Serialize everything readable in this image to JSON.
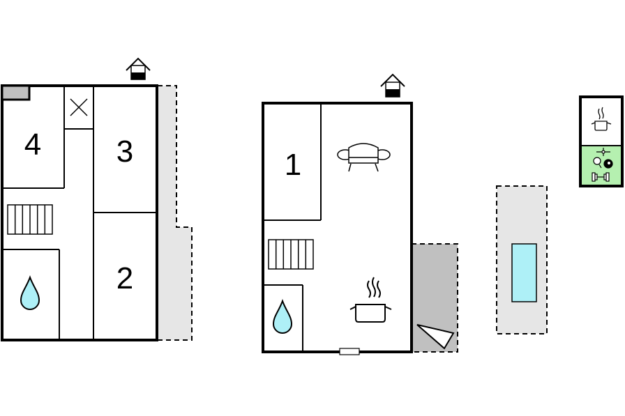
{
  "colors": {
    "wall": "#000000",
    "terrace": "#e6e6e6",
    "covered_terrace": "#c0c0c0",
    "water": "#aef0f7",
    "leisure_room": "#b5f0b0",
    "pool": "#aef0f7"
  },
  "ground_floor": {
    "rooms": [
      {
        "label": "4"
      },
      {
        "label": "3"
      },
      {
        "label": "2"
      }
    ],
    "icons": [
      "entrance-icon",
      "stairs-icon",
      "bathroom-water-drop-icon",
      "shaft-cross-icon",
      "chimney-icon"
    ]
  },
  "upper_floor": {
    "rooms": [
      {
        "label": "1"
      }
    ],
    "icons": [
      "entrance-icon",
      "sofa-icon",
      "stairs-icon",
      "bathroom-water-drop-icon",
      "kitchen-pot-icon",
      "door-threshold-icon",
      "terrace-triangle-icon"
    ]
  },
  "annex": {
    "icons": [
      "kitchen-pot-icon",
      "leisure-games-icon",
      "fitness-dumbbell-icon"
    ]
  },
  "pool_area": {
    "icons": [
      "pool-icon"
    ]
  }
}
